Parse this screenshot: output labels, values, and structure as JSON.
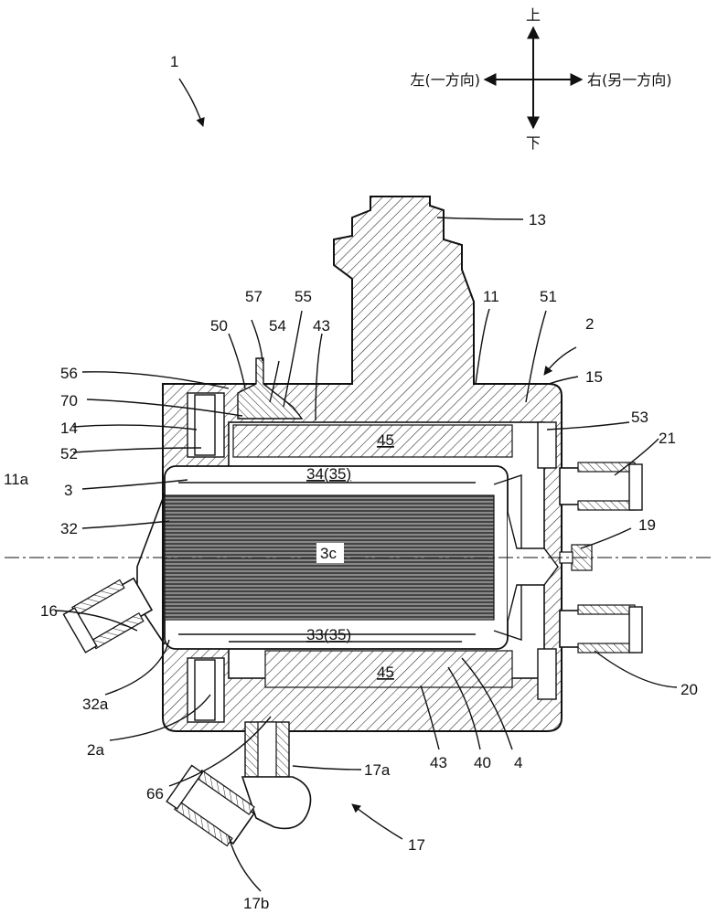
{
  "figure_number": "1",
  "direction": {
    "up": "上",
    "down": "下",
    "left": "左(一方向)",
    "right": "右(另一方向)"
  },
  "labels": {
    "l2": "2",
    "l2a": "2a",
    "l3": "3",
    "l3c": "3c",
    "l4": "4",
    "l11": "11",
    "l11a": "11a",
    "l13": "13",
    "l14": "14",
    "l15": "15",
    "l16": "16",
    "l17": "17",
    "l17a": "17a",
    "l17b": "17b",
    "l19": "19",
    "l20": "20",
    "l21": "21",
    "l32": "32",
    "l32a": "32a",
    "l33": "33(35)",
    "l34": "34(35)",
    "l40": "40",
    "l43a": "43",
    "l43b": "43",
    "l45a": "45",
    "l45b": "45",
    "l50": "50",
    "l51": "51",
    "l52": "52",
    "l53": "53",
    "l54": "54",
    "l55": "55",
    "l56": "56",
    "l57": "57",
    "l66": "66",
    "l70": "70"
  }
}
